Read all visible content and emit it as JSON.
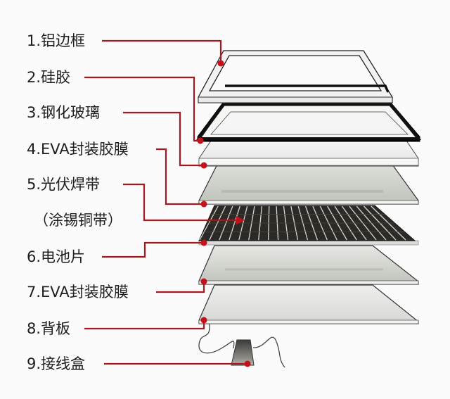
{
  "diagram": {
    "title": "Solar panel component layers",
    "accent_color": "#b2141d",
    "labels": [
      {
        "id": "frame",
        "text": "1.铝边框"
      },
      {
        "id": "silicone",
        "text": "2.硅胶"
      },
      {
        "id": "glass",
        "text": "3.钢化玻璃"
      },
      {
        "id": "eva-top",
        "text": "4.EVA封装胶膜"
      },
      {
        "id": "ribbon",
        "text": "5.光伏焊带"
      },
      {
        "id": "ribbon-note",
        "text": "（涂锡铜带）"
      },
      {
        "id": "cells",
        "text": "6.电池片"
      },
      {
        "id": "eva-bottom",
        "text": "7.EVA封装胶膜"
      },
      {
        "id": "backsheet",
        "text": "8.背板"
      },
      {
        "id": "junction-box",
        "text": "9.接线盒"
      }
    ]
  }
}
